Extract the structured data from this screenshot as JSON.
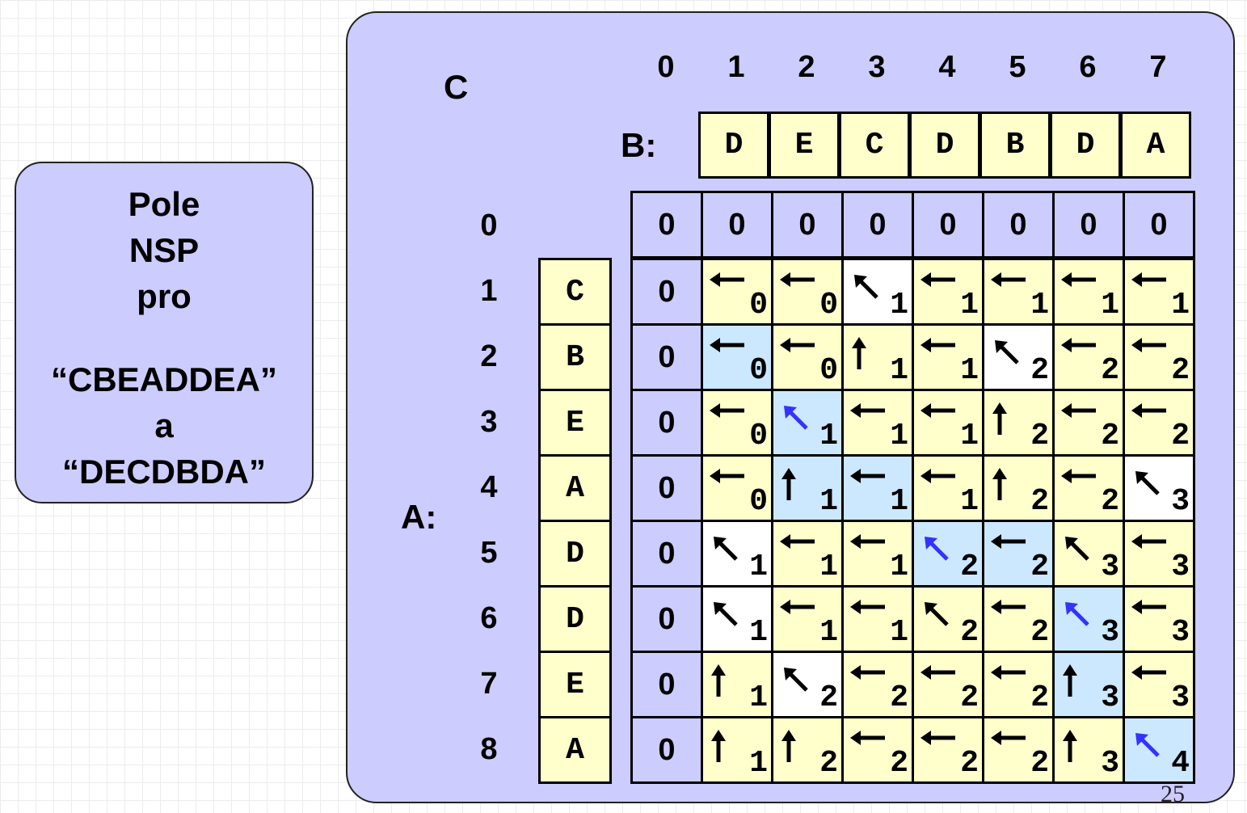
{
  "title_box": {
    "line1": "Pole",
    "line2": "NSP",
    "line3": "pro",
    "line4": "“CBEADDEA”",
    "line5": "a",
    "line6": "“DECDBDA”"
  },
  "labels": {
    "c": "C",
    "b": "B:",
    "a": "A:"
  },
  "col_indices": [
    "0",
    "1",
    "2",
    "3",
    "4",
    "5",
    "6",
    "7"
  ],
  "row_indices": [
    "0",
    "1",
    "2",
    "3",
    "4",
    "5",
    "6",
    "7",
    "8"
  ],
  "string_b": [
    "D",
    "E",
    "C",
    "D",
    "B",
    "D",
    "A"
  ],
  "string_a": [
    "C",
    "B",
    "E",
    "A",
    "D",
    "D",
    "E",
    "A"
  ],
  "colors": {
    "panel": "#ccccff",
    "cell_default": "#ffffcc",
    "cell_match": "#ffffff",
    "cell_path": "#cce8ff",
    "arrow_default": "#000000",
    "arrow_path": "#3333ff"
  },
  "legend_codes": {
    "L": "arrow-left",
    "U": "arrow-up",
    "D": "arrow-diagonal"
  },
  "table": {
    "first_row": [
      "0",
      "0",
      "0",
      "0",
      "0",
      "0",
      "0",
      "0"
    ],
    "first_col": [
      "0",
      "0",
      "0",
      "0",
      "0",
      "0",
      "0",
      "0"
    ],
    "rows": [
      [
        {
          "v": "0",
          "a": "L",
          "bg": "y"
        },
        {
          "v": "0",
          "a": "L",
          "bg": "y"
        },
        {
          "v": "1",
          "a": "D",
          "bg": "w"
        },
        {
          "v": "1",
          "a": "L",
          "bg": "y"
        },
        {
          "v": "1",
          "a": "L",
          "bg": "y"
        },
        {
          "v": "1",
          "a": "L",
          "bg": "y"
        },
        {
          "v": "1",
          "a": "L",
          "bg": "y"
        }
      ],
      [
        {
          "v": "0",
          "a": "L",
          "bg": "b"
        },
        {
          "v": "0",
          "a": "L",
          "bg": "y"
        },
        {
          "v": "1",
          "a": "U",
          "bg": "y"
        },
        {
          "v": "1",
          "a": "L",
          "bg": "y"
        },
        {
          "v": "2",
          "a": "D",
          "bg": "w"
        },
        {
          "v": "2",
          "a": "L",
          "bg": "y"
        },
        {
          "v": "2",
          "a": "L",
          "bg": "y"
        }
      ],
      [
        {
          "v": "0",
          "a": "L",
          "bg": "y"
        },
        {
          "v": "1",
          "a": "D",
          "bg": "b",
          "path": true
        },
        {
          "v": "1",
          "a": "L",
          "bg": "y"
        },
        {
          "v": "1",
          "a": "L",
          "bg": "y"
        },
        {
          "v": "2",
          "a": "U",
          "bg": "y"
        },
        {
          "v": "2",
          "a": "L",
          "bg": "y"
        },
        {
          "v": "2",
          "a": "L",
          "bg": "y"
        }
      ],
      [
        {
          "v": "0",
          "a": "L",
          "bg": "y"
        },
        {
          "v": "1",
          "a": "U",
          "bg": "b"
        },
        {
          "v": "1",
          "a": "L",
          "bg": "b"
        },
        {
          "v": "1",
          "a": "L",
          "bg": "y"
        },
        {
          "v": "2",
          "a": "U",
          "bg": "y"
        },
        {
          "v": "2",
          "a": "L",
          "bg": "y"
        },
        {
          "v": "3",
          "a": "D",
          "bg": "w"
        }
      ],
      [
        {
          "v": "1",
          "a": "D",
          "bg": "w"
        },
        {
          "v": "1",
          "a": "L",
          "bg": "y"
        },
        {
          "v": "1",
          "a": "L",
          "bg": "y"
        },
        {
          "v": "2",
          "a": "D",
          "bg": "b",
          "path": true
        },
        {
          "v": "2",
          "a": "L",
          "bg": "b"
        },
        {
          "v": "3",
          "a": "D",
          "bg": "y"
        },
        {
          "v": "3",
          "a": "L",
          "bg": "y"
        }
      ],
      [
        {
          "v": "1",
          "a": "D",
          "bg": "w"
        },
        {
          "v": "1",
          "a": "L",
          "bg": "y"
        },
        {
          "v": "1",
          "a": "L",
          "bg": "y"
        },
        {
          "v": "2",
          "a": "D",
          "bg": "y"
        },
        {
          "v": "2",
          "a": "L",
          "bg": "y"
        },
        {
          "v": "3",
          "a": "D",
          "bg": "b",
          "path": true
        },
        {
          "v": "3",
          "a": "L",
          "bg": "y"
        }
      ],
      [
        {
          "v": "1",
          "a": "U",
          "bg": "y"
        },
        {
          "v": "2",
          "a": "D",
          "bg": "w"
        },
        {
          "v": "2",
          "a": "L",
          "bg": "y"
        },
        {
          "v": "2",
          "a": "L",
          "bg": "y"
        },
        {
          "v": "2",
          "a": "L",
          "bg": "y"
        },
        {
          "v": "3",
          "a": "U",
          "bg": "b"
        },
        {
          "v": "3",
          "a": "L",
          "bg": "y"
        }
      ],
      [
        {
          "v": "1",
          "a": "U",
          "bg": "y"
        },
        {
          "v": "2",
          "a": "U",
          "bg": "y"
        },
        {
          "v": "2",
          "a": "L",
          "bg": "y"
        },
        {
          "v": "2",
          "a": "L",
          "bg": "y"
        },
        {
          "v": "2",
          "a": "L",
          "bg": "y"
        },
        {
          "v": "3",
          "a": "U",
          "bg": "y"
        },
        {
          "v": "4",
          "a": "D",
          "bg": "b",
          "path": true
        }
      ]
    ]
  },
  "slide_number": "25"
}
